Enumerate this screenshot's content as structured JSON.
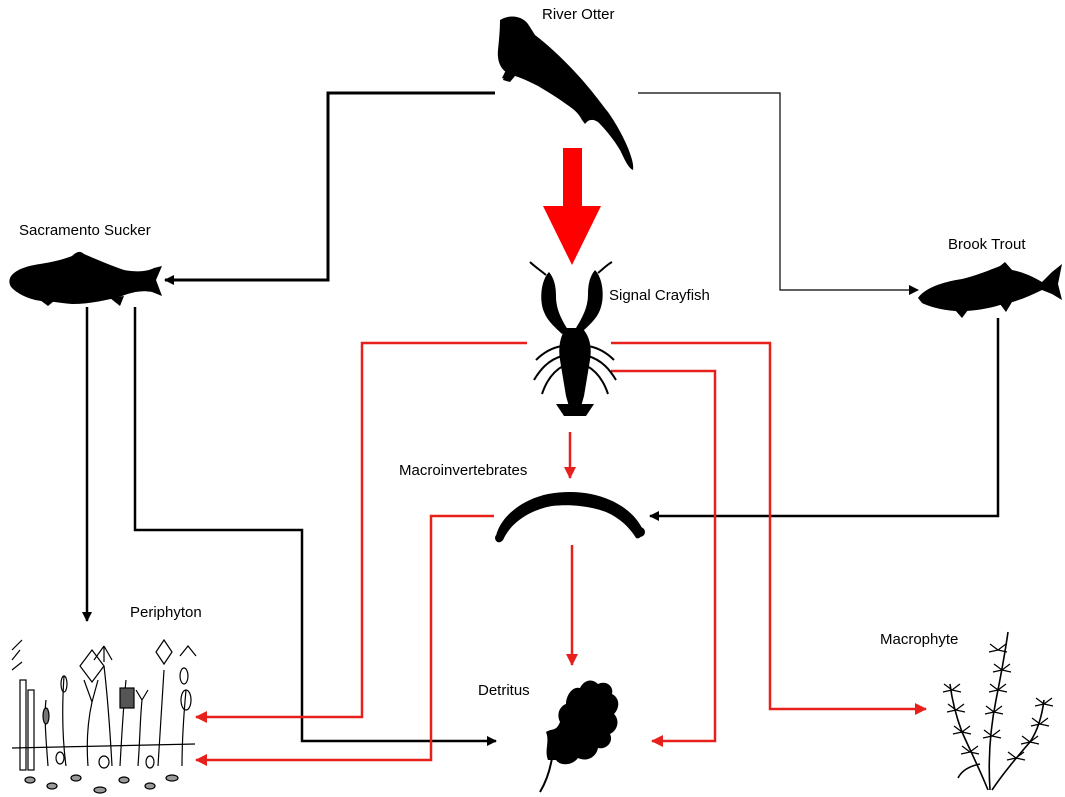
{
  "nodes": {
    "otter": {
      "label": "River Otter",
      "icon": "otter-icon"
    },
    "sucker": {
      "label": "Sacramento Sucker",
      "icon": "sucker-fish-icon"
    },
    "trout": {
      "label": "Brook Trout",
      "icon": "trout-fish-icon"
    },
    "crayfish": {
      "label": "Signal Crayfish",
      "icon": "crayfish-icon"
    },
    "macroinvertebrates": {
      "label": "Macroinvertebrates",
      "icon": "larva-icon"
    },
    "periphyton": {
      "label": "Periphyton",
      "icon": "algae-icon"
    },
    "detritus": {
      "label": "Detritus",
      "icon": "oak-leaf-icon"
    },
    "macrophyte": {
      "label": "Macrophyte",
      "icon": "aquatic-plant-icon"
    }
  },
  "colors": {
    "native_link": "#000000",
    "crayfish_link": "#e8201c",
    "strong_effect": "#ff0000"
  },
  "edges": [
    {
      "from": "River Otter",
      "to": "Sacramento Sucker",
      "color": "black"
    },
    {
      "from": "River Otter",
      "to": "Brook Trout",
      "color": "black"
    },
    {
      "from": "River Otter",
      "to": "Signal Crayfish",
      "color": "red",
      "emphasis": "thick"
    },
    {
      "from": "Sacramento Sucker",
      "to": "Periphyton",
      "color": "black"
    },
    {
      "from": "Sacramento Sucker",
      "to": "Detritus",
      "color": "black"
    },
    {
      "from": "Brook Trout",
      "to": "Macroinvertebrates",
      "color": "black"
    },
    {
      "from": "Signal Crayfish",
      "to": "Macroinvertebrates",
      "color": "red"
    },
    {
      "from": "Signal Crayfish",
      "to": "Periphyton",
      "color": "red"
    },
    {
      "from": "Signal Crayfish",
      "to": "Detritus",
      "color": "red"
    },
    {
      "from": "Signal Crayfish",
      "to": "Macrophyte",
      "color": "red"
    },
    {
      "from": "Macroinvertebrates",
      "to": "Periphyton",
      "color": "red"
    },
    {
      "from": "Macroinvertebrates",
      "to": "Detritus",
      "color": "red"
    }
  ]
}
